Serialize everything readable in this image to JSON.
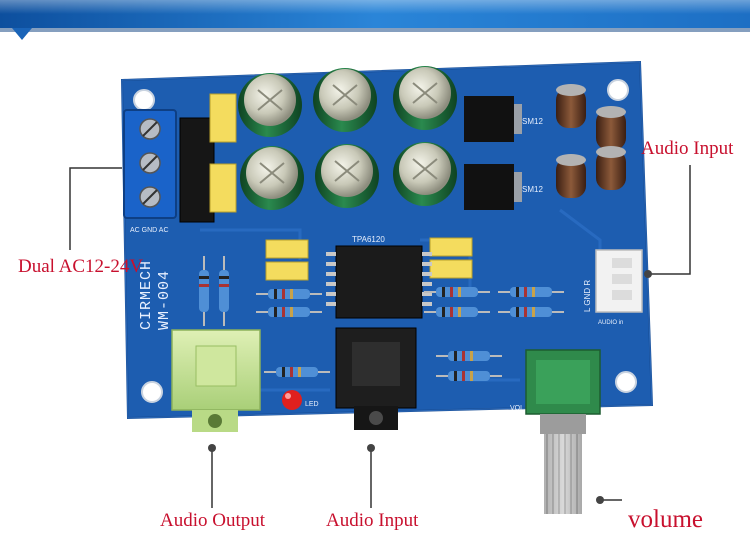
{
  "labels": {
    "power_input": "Dual AC12-24V",
    "audio_input_right": "Audio Input",
    "audio_output": "Audio Output",
    "audio_input_bottom": "Audio Input",
    "volume": "volume"
  },
  "board_text": {
    "brand": "CIRMECH",
    "model": "WM-004",
    "chip": "TPA6120",
    "terminal": "AC GND AC",
    "connector_pins": "L GND R",
    "connector_name": "AUDIO in",
    "led": "LED",
    "vol": "VOL",
    "regulator_1": "SM12",
    "regulator_2": "SM12"
  },
  "colors": {
    "board": "#1f5fb5",
    "callout_text": "#c8102e",
    "banner": "#1e73c8",
    "electrolytic_cap": "#1f6b3a",
    "pot_body": "#2f8a4b"
  }
}
